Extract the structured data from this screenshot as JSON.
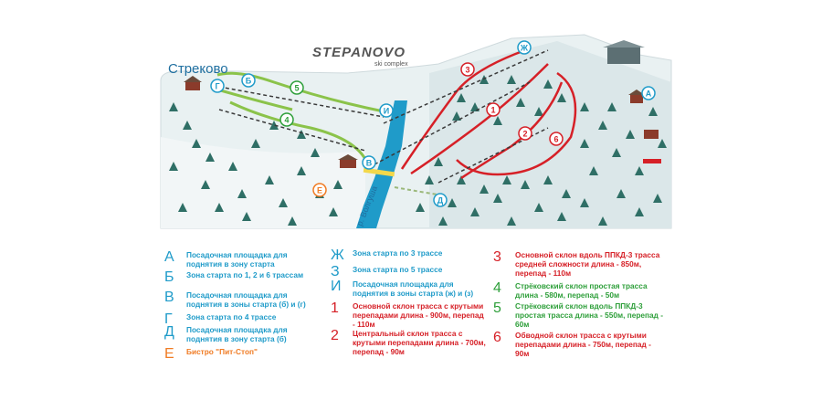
{
  "map": {
    "village_label": "Стреково",
    "logo_text": "STEPANOVO",
    "logo_subtext": "ski complex",
    "river_label": "р. Волгуша",
    "colors": {
      "blue": "#1f9bc9",
      "red": "#d62027",
      "green": "#2e9f3a",
      "orange": "#f07b23",
      "lift": "#3a3a3a",
      "river": "#1f9bc9",
      "snow": "#e9f1f2"
    },
    "markers": [
      {
        "id": "А",
        "color": "blue"
      },
      {
        "id": "Б",
        "color": "blue"
      },
      {
        "id": "В",
        "color": "blue"
      },
      {
        "id": "Г",
        "color": "blue"
      },
      {
        "id": "Д",
        "color": "blue"
      },
      {
        "id": "Е",
        "color": "orange"
      },
      {
        "id": "Ж",
        "color": "blue"
      },
      {
        "id": "И",
        "color": "blue"
      },
      {
        "id": "1",
        "color": "red"
      },
      {
        "id": "2",
        "color": "red"
      },
      {
        "id": "3",
        "color": "red"
      },
      {
        "id": "4",
        "color": "green"
      },
      {
        "id": "5",
        "color": "green"
      },
      {
        "id": "6",
        "color": "red"
      }
    ]
  },
  "legend": {
    "left": [
      {
        "letter": "А",
        "text": "Посадочная площадка для поднятия в зону старта"
      },
      {
        "letter": "Б",
        "text": "Зона старта по 1, 2 и 6 трассам"
      },
      {
        "letter": "В",
        "text": "Посадочная площадка для поднятия в зоны старта (б) и (г)"
      },
      {
        "letter": "Г",
        "text": "Зона старта по 4 трассе"
      },
      {
        "letter": "Д",
        "text": "Посадочная площадка для поднятия в зону старта (б)"
      },
      {
        "letter": "Е",
        "text": "Бистро \"Пит-Стоп\""
      }
    ],
    "middle": [
      {
        "letter": "Ж",
        "text": "Зона старта по 3 трассе"
      },
      {
        "letter": "З",
        "text": "Зона старта по 5 трассе"
      },
      {
        "letter": "И",
        "text": "Посадочная площадка для поднятия в зоны старта (ж) и (з)"
      },
      {
        "letter": "1",
        "text": "Основной склон трасса с крутыми перепадами длина - 900м, перепад - 110м"
      },
      {
        "letter": "2",
        "text": "Центральный склон трасса с крутыми перепадами длина - 700м, перепад - 90м"
      }
    ],
    "right": [
      {
        "letter": "3",
        "text": "Основной склон вдоль ППКД-3 трасса средней сложности длина - 850м, перепад - 110м"
      },
      {
        "letter": "4",
        "text": "Стрёковский склон простая трасса длина - 580м, перепад - 50м"
      },
      {
        "letter": "5",
        "text": "Стрёковский склон вдоль ППКД-3 простая трасса длина - 550м, перепад - 60м"
      },
      {
        "letter": "6",
        "text": "Обводной склон трасса с крутыми перепадами длина - 750м, перепад - 90м"
      }
    ]
  }
}
